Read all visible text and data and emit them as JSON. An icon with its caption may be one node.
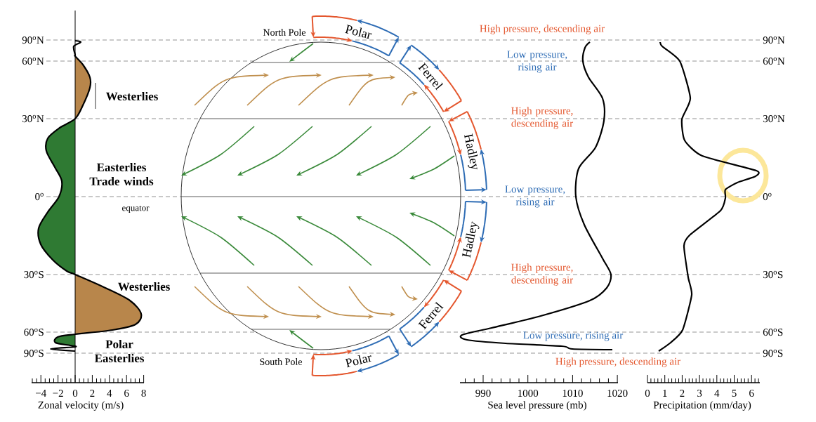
{
  "diagram": {
    "labels": [
      "90$^{o}$N",
      "60$^{o}$N",
      "30$^{o}$N",
      "0$^{o}$",
      "30$^{o}$S",
      "60$^{o}$S",
      "90$^{o}$S",
      "North Pole",
      "High pressure, descending air",
      "Polar",
      "Low pressure, rising air",
      "Westerlies",
      "Ferrel",
      "High pressure, descending air",
      "Hadley",
      "Easterlies Trade winds",
      "Low pressure, rising air",
      "equator",
      "Hadley",
      "High pressure, descending air",
      "Westerlies",
      "Ferrel",
      "Low pressure, rising air",
      "Polar Easterlies",
      "South Pole",
      "Polar",
      "High pressure, descending air",
      "90$^{o}$N",
      "60$^{o}$N",
      "30$^{o}$N",
      "0$^{o}$",
      "30$^{o}$S",
      "60$^{o}$S",
      "90$^{o}$S",
      "−4",
      "−2",
      "0",
      "2",
      "4",
      "6",
      "8",
      "Zonal velocity (m/s)",
      "990",
      "1000",
      "1010",
      "1020",
      "Sea level pressure (mb)",
      "0",
      "1",
      "2",
      "3",
      "4",
      "5",
      "6",
      "Precipitation (mm/day)"
    ]
  }
}
